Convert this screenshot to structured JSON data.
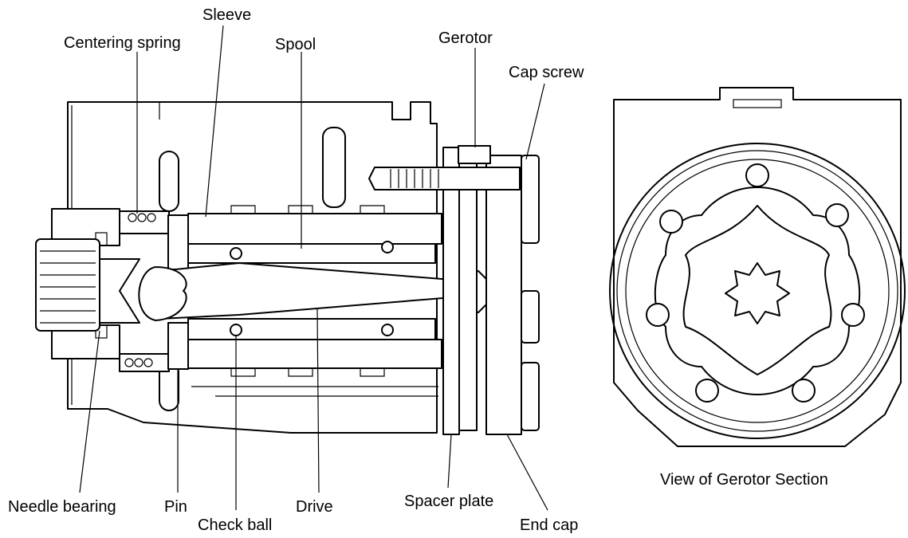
{
  "labels": {
    "sleeve": "Sleeve",
    "centering_spring": "Centering spring",
    "spool": "Spool",
    "gerotor": "Gerotor",
    "cap_screw": "Cap screw",
    "needle_bearing": "Needle bearing",
    "pin": "Pin",
    "check_ball": "Check ball",
    "drive": "Drive",
    "spacer_plate": "Spacer plate",
    "end_cap": "End cap"
  },
  "caption": "View of Gerotor Section"
}
